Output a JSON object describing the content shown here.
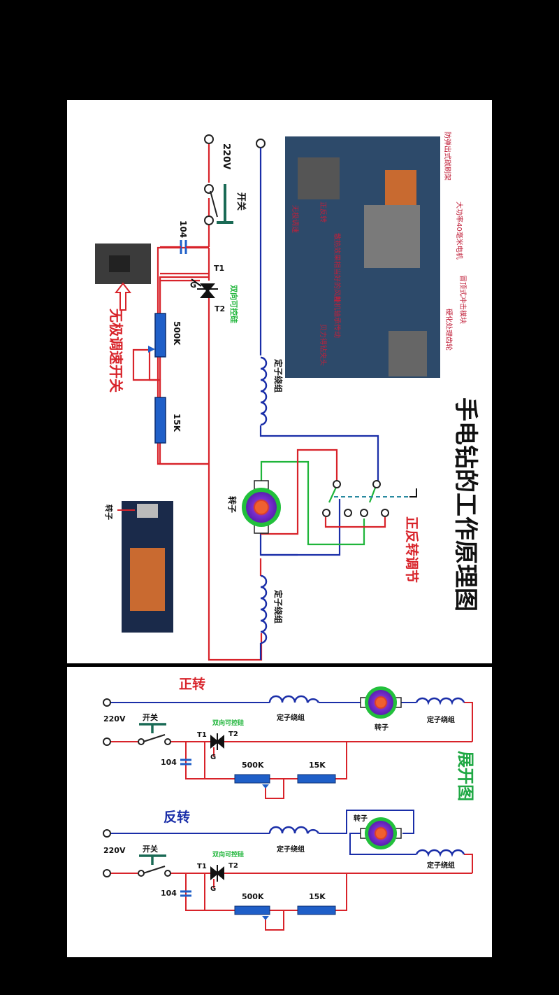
{
  "title": "手电钻的工作原理图",
  "colors": {
    "red": "#d8232a",
    "blue": "#1a2ea8",
    "green": "#1fb53a",
    "component": "#1f5fc8",
    "rotor_purple": "#7a2fd0",
    "rotor_core": "#e0522a",
    "title_green": "#1fa844"
  },
  "top_diagram": {
    "voltage": "220V",
    "switch": "开关",
    "capacitor": "104",
    "t1": "T1",
    "t2": "T2",
    "gate": "G",
    "triac": "双向可控硅",
    "pot": "500K",
    "resistor": "15K",
    "stator_top": "定子绕组",
    "stator_bottom": "定子绕组",
    "rotor": "转子",
    "speed_switch": "无极调速开关",
    "reverse_switch": "正反转调节",
    "rotor_photo_label": "转子",
    "drill_labels": [
      "防弹出式碳刷架",
      "无极调速",
      "正反转",
      "大功率40毫米电机",
      "散热效果相当好的风叶",
      "冒顶式冲击模块",
      "整机轴承传动",
      "硬化处理齿轮",
      "贝力得钻夹头"
    ]
  },
  "bottom_diagram": {
    "side_title": "展开图",
    "forward": {
      "title": "正转",
      "voltage": "220V",
      "switch": "开关",
      "capacitor": "104",
      "t1": "T1",
      "t2": "T2",
      "gate": "G",
      "triac": "双向可控硅",
      "pot": "500K",
      "resistor": "15K",
      "stator1": "定子绕组",
      "stator2": "定子绕组",
      "rotor": "转子"
    },
    "reverse": {
      "title": "反转",
      "voltage": "220V",
      "switch": "开关",
      "capacitor": "104",
      "t1": "T1",
      "t2": "T2",
      "gate": "G",
      "triac": "双向可控硅",
      "pot": "500K",
      "resistor": "15K",
      "stator1": "定子绕组",
      "stator2": "定子绕组",
      "rotor": "转子"
    }
  }
}
